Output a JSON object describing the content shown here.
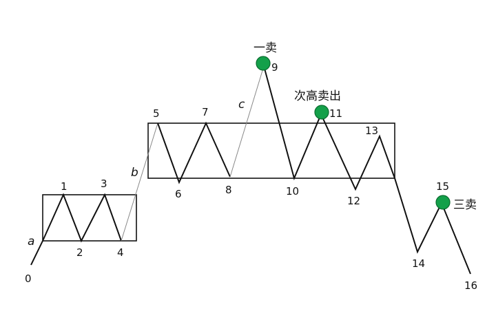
{
  "points": [
    {
      "id": "p0",
      "label": "0"
    },
    {
      "id": "p1",
      "label": "1"
    },
    {
      "id": "p2",
      "label": "2"
    },
    {
      "id": "p3",
      "label": "3"
    },
    {
      "id": "p4",
      "label": "4"
    },
    {
      "id": "p5",
      "label": "5"
    },
    {
      "id": "p6",
      "label": "6"
    },
    {
      "id": "p7",
      "label": "7"
    },
    {
      "id": "p8",
      "label": "8"
    },
    {
      "id": "p9",
      "label": "9"
    },
    {
      "id": "p10",
      "label": "10"
    },
    {
      "id": "p11",
      "label": "11"
    },
    {
      "id": "p12",
      "label": "12"
    },
    {
      "id": "p13",
      "label": "13"
    },
    {
      "id": "p14",
      "label": "14"
    },
    {
      "id": "p15",
      "label": "15"
    },
    {
      "id": "p16",
      "label": "16"
    }
  ],
  "segments": {
    "a": "a",
    "b": "b",
    "c": "c"
  },
  "annotations": {
    "first_sell": "一卖",
    "second_high_sell": "次高卖出",
    "third_sell": "三卖"
  },
  "colors": {
    "line": "#111111",
    "thin_line": "#888888",
    "marker_fill": "#14a04a",
    "marker_stroke": "#0a6b2e"
  }
}
